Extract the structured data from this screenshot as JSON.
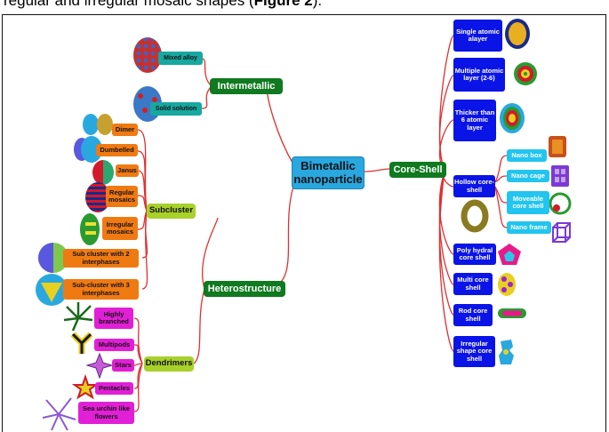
{
  "caption": {
    "text": "regular and irregular mosaic shapes (",
    "bold": "Figure 2",
    "tail": ")."
  },
  "center": "Bimetallic nanoparticle",
  "branches": {
    "intermetallic": {
      "label": "Intermetallic",
      "children": [
        "Mixed alloy",
        "Solid solution"
      ]
    },
    "heterostructure": {
      "label": "Heterostructure",
      "subcluster": {
        "label": "Subcluster",
        "children": [
          "Dimer",
          "Dumbelled",
          "Janus",
          "Regular mosaics",
          "Irregular mosaics",
          "Sub cluster with 2 interphases",
          "Sub-cluster with 3 interphases"
        ]
      },
      "dendrimers": {
        "label": "Dendrimers",
        "children": [
          "Highly branched",
          "Multipods",
          "Stars",
          "Pentacles",
          "Sea urchin like flowers"
        ]
      }
    },
    "coreshell": {
      "label": "Core-Shell",
      "children": [
        "Single atomic alayer",
        "Multiple atomic layer (2-6)",
        "Thicker than 6 atomic layer",
        "Hollow core-shell",
        "Poly hydral core shell",
        "Multi core shell",
        "Rod core shell",
        "Irregular shape core shell"
      ],
      "hollow": [
        "Nano box",
        "Nano cage",
        "Moveable core shell",
        "Nano frame"
      ]
    }
  },
  "colors": {
    "link": "#e03030",
    "center": "#29a8e0",
    "main": "#0f7a1f",
    "sub": "#a8d12a",
    "intermetallic_leaf": "#17a8a0",
    "subcluster_leaf": "#f07a12",
    "dendrimer_leaf": "#e11fd6",
    "coreshell_leaf": "#0a14e6",
    "hollow_leaf": "#22c4f0"
  }
}
